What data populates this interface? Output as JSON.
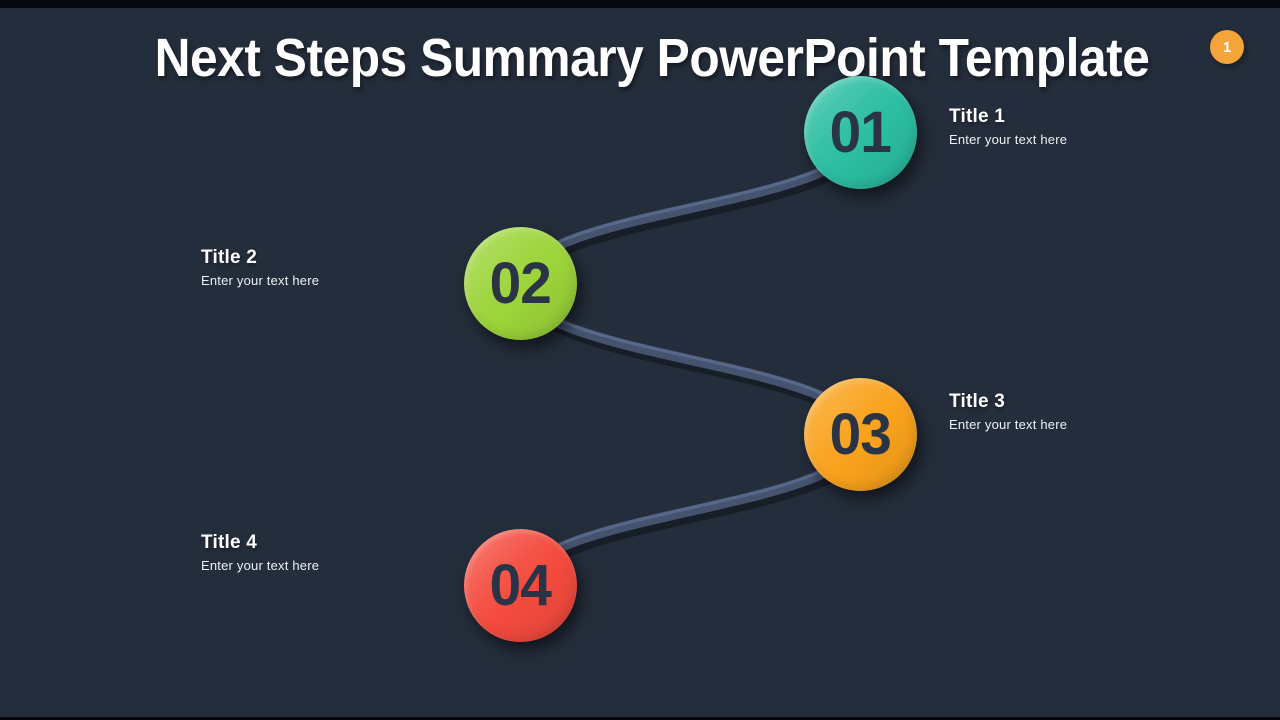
{
  "slide": {
    "title": "Next Steps Summary PowerPoint Template",
    "page_badge": "1",
    "colors": {
      "background": "#242d3b",
      "top_bar": "#05080c",
      "connector": "#46536f",
      "connector_highlight": "#5e7094",
      "badge": "#f3a43a",
      "number_text": "#2a3447"
    },
    "steps": [
      {
        "number": "01",
        "title": "Title 1",
        "subtitle": "Enter your text here",
        "color": "#2bbea2"
      },
      {
        "number": "02",
        "title": "Title 2",
        "subtitle": "Enter your text here",
        "color": "#9cd439"
      },
      {
        "number": "03",
        "title": "Title 3",
        "subtitle": "Enter your text here",
        "color": "#f9a21c"
      },
      {
        "number": "04",
        "title": "Title 4",
        "subtitle": "Enter your text here",
        "color": "#f44b3e"
      }
    ]
  }
}
